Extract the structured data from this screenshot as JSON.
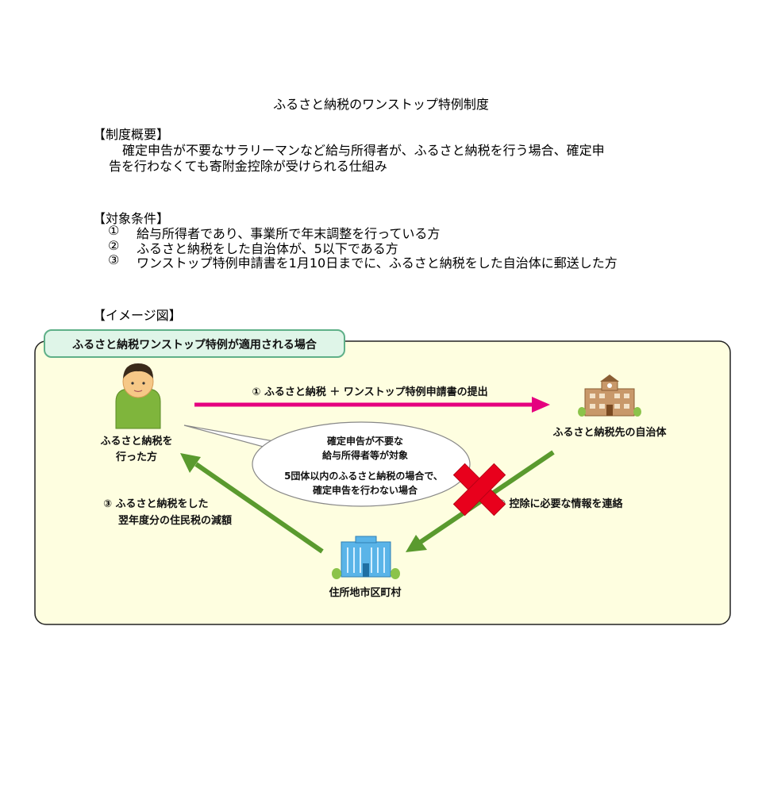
{
  "document": {
    "title": "ふるさと納税のワンストップ特例制度",
    "overview": {
      "heading": "【制度概要】",
      "line1": "確定申告が不要なサラリーマンなど給与所得者が、ふるさと納税を行う場合、確定申",
      "line2": "告を行わなくても寄附金控除が受けられる仕組み"
    },
    "conditions": {
      "heading": "【対象条件】",
      "items": [
        {
          "num": "①",
          "text": "給与所得者であり、事業所で年末調整を行っている方"
        },
        {
          "num": "②",
          "text": "ふるさと納税をした自治体が、5以下である方"
        },
        {
          "num": "③",
          "text": "ワンストップ特例申請書を1月10日までに、ふるさと納税をした自治体に郵送した方"
        }
      ]
    },
    "image_heading": "【イメージ図】"
  },
  "diagram": {
    "tab_title": "ふるさと納税ワンストップ特例が適用される場合",
    "person_label": [
      "ふるさと納税を",
      "行った方"
    ],
    "city_hall_label": "ふるさと納税先の自治体",
    "municipality_label": "住所地市区町村",
    "arrow1_label": "① ふるさと納税 ＋ ワンストップ特例申請書の提出",
    "arrow2_label": "② 控除に必要な情報を連絡",
    "arrow3_label": [
      "③ ふるさと納税をした",
      "翌年度分の住民税の減額"
    ],
    "bubble_lines": [
      "確定申告が不要な",
      "給与所得者等が対象",
      "5団体以内のふるさと納税の場合で、",
      "確定申告を行わない場合"
    ],
    "colors": {
      "panel_bg": "#fefee0",
      "tab_bg": "#dff5e8",
      "tab_border": "#5fb088",
      "pink_arrow": "#e5007f",
      "green_arrow": "#5a9a2e",
      "cross_red": "#e8001c",
      "person_shirt": "#7fb53c",
      "skin": "#f6c887",
      "building_blue": "#5ab4e8",
      "school_brown": "#c8986a"
    }
  }
}
